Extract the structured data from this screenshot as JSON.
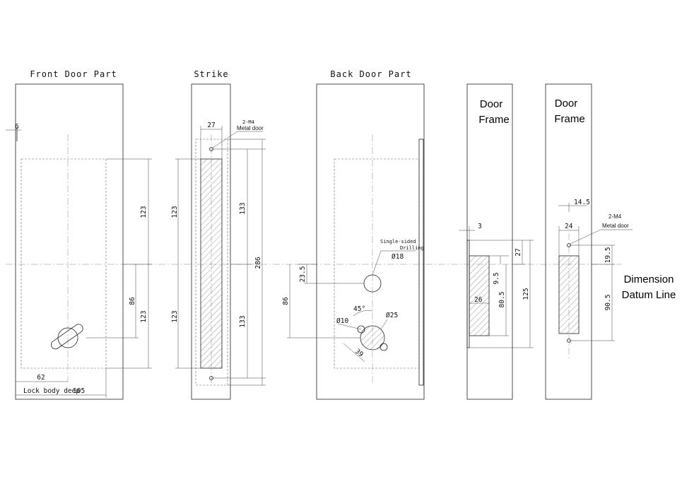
{
  "titles": {
    "front": "Front Door Part",
    "strike": "Strike",
    "back": "Back Door Part",
    "frame1_line1": "Door",
    "frame1_line2": "Frame",
    "frame2_line1": "Door",
    "frame2_line2": "Frame",
    "datum1": "Dimension",
    "datum2": "Datum Line"
  },
  "front": {
    "d6": "6",
    "d123a": "123",
    "d86": "86",
    "d123b": "123",
    "d62": "62",
    "lock_label": "Lock body deep",
    "d105": "105"
  },
  "strike": {
    "d27": "27",
    "screw_note": "2-M4",
    "metal_note": "Metal door",
    "d123a": "123",
    "d123b": "123",
    "d133a": "133",
    "d133b": "133",
    "d286": "286"
  },
  "back": {
    "drill1": "Single-sided",
    "drill2": "Drilling",
    "d_phi18": "Ø18",
    "d235": "23.5",
    "d86": "86",
    "d_phi10": "Ø10",
    "d45": "45°",
    "d_phi25": "Ø25",
    "d39": "39"
  },
  "frame1": {
    "d3": "3",
    "d27": "27",
    "d95": "9.5",
    "d805": "80.5",
    "d26": "26",
    "d125": "125"
  },
  "frame2": {
    "d145": "14.5",
    "d24": "24",
    "screw_note": "2-M4",
    "metal_note": "Metal door",
    "d195": "19.5",
    "d905": "90.5"
  }
}
